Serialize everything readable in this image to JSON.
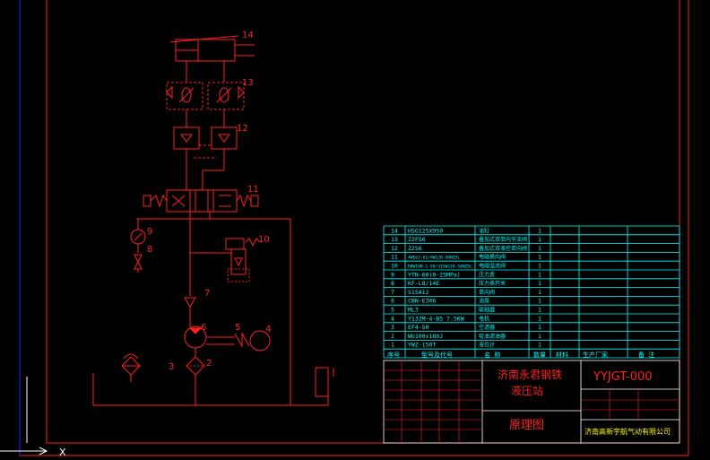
{
  "callouts": {
    "n14": "14",
    "n13": "13",
    "n12": "12",
    "n11": "11",
    "n10": "10",
    "n9": "9",
    "n8": "8",
    "n7": "7",
    "n6": "6",
    "n5": "5",
    "n4": "4",
    "n3": "3",
    "n2": "2"
  },
  "bom": {
    "rows": [
      {
        "no": "14",
        "spec": "HSG125X950",
        "name": "油缸",
        "qty": "1"
      },
      {
        "no": "13",
        "spec": "Z2FS6",
        "name": "叠加式双单向节流阀",
        "qty": "1"
      },
      {
        "no": "12",
        "spec": "Z2S6",
        "name": "叠加式双液控单向阀",
        "qty": "1"
      },
      {
        "no": "11",
        "spec": "4WE6J-61/AW220-50NZ5L",
        "name": "电磁换向阀",
        "qty": "1"
      },
      {
        "no": "10",
        "spec": "DBW10B-1-50/315W220-50NZ5L",
        "name": "电磁溢流阀",
        "qty": "1"
      },
      {
        "no": "9",
        "spec": "YTN-60(0-25MPa)",
        "name": "压力表",
        "qty": "1"
      },
      {
        "no": "8",
        "spec": "KF-L8/14E",
        "name": "压力表开关",
        "qty": "1"
      },
      {
        "no": "7",
        "spec": "S15A12",
        "name": "单向阀",
        "qty": "1"
      },
      {
        "no": "6",
        "spec": "CBN-E306",
        "name": "油泵",
        "qty": "1"
      },
      {
        "no": "5",
        "spec": "ML3",
        "name": "联轴器",
        "qty": "1"
      },
      {
        "no": "4",
        "spec": "Y132M-4-B5 7.5KW",
        "name": "电机",
        "qty": "1"
      },
      {
        "no": "3",
        "spec": "EF4-50",
        "name": "空滤器",
        "qty": "1"
      },
      {
        "no": "2",
        "spec": "WU100x180J",
        "name": "吸油滤油器",
        "qty": "1"
      },
      {
        "no": "1",
        "spec": "YWZ-150T",
        "name": "液位计",
        "qty": "1"
      }
    ],
    "headers": {
      "no": "序号",
      "spec": "型号及代号",
      "name": "名 称",
      "qty": "数量",
      "material": "材料",
      "maker": "生产厂家",
      "remark": "备 注"
    }
  },
  "title_block": {
    "company_line1": "济南永君钢铁",
    "company_line2": "液压站",
    "drawing_no": "YYJGT-000",
    "drawing_name": "原理图",
    "designer_org": "济南高新宇航气动有限公司"
  },
  "colors": {
    "background": "#000000",
    "schematic": "#ff2020",
    "table": "#00ffff",
    "frame": "#2020ff",
    "accent": "#ffff00"
  },
  "ucs": {
    "x_label": "X"
  }
}
